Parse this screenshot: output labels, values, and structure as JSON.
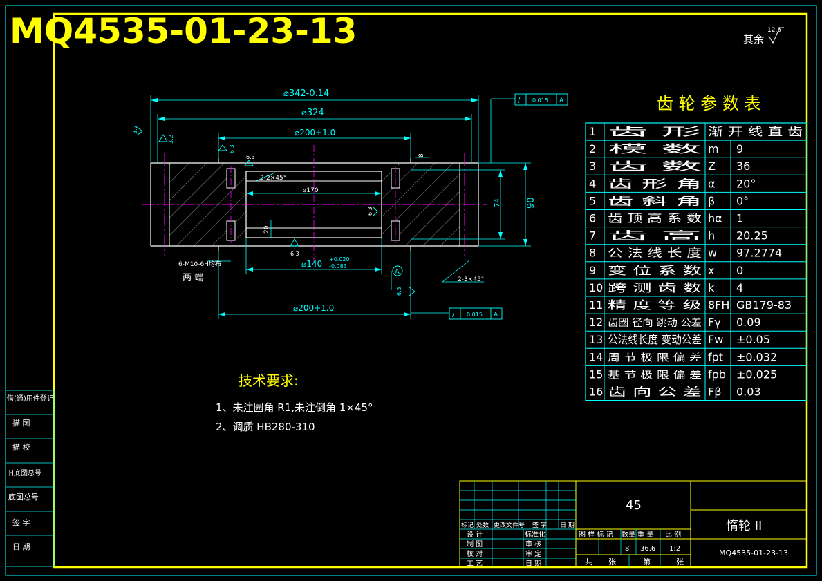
{
  "drawing_number_big": "MQ4535-01-23-13",
  "surface_finish": {
    "label": "其余",
    "value": "12.5"
  },
  "dimensions": {
    "d342": "⌀342-0.14",
    "d324": "⌀324",
    "d200_top": "⌀200+1.0",
    "d200_bottom": "⌀200+1.0",
    "d170": "⌀170",
    "d140": "⌀140",
    "d140_tol_upper": "+0.020",
    "d140_tol_lower": "-0.083",
    "w90": "90",
    "w74": "74",
    "w20": "20",
    "w8": "8",
    "r32a": "3.2",
    "r32b": "3.2",
    "r63a": "6.3",
    "r63b": "6.3",
    "r63c": "6.3",
    "r63d": "6.3",
    "r63e": "6.3",
    "chamfer_inner": "2-2×45°",
    "chamfer_outer": "2-3×45°",
    "thread_note": "6-M10-6H均布",
    "thread_note2": "两 端",
    "datum": "A",
    "tol_top": {
      "sym": "/",
      "val": "0.015",
      "ref": "A"
    },
    "tol_bottom": {
      "sym": "/",
      "val": "0.015",
      "ref": "A"
    }
  },
  "gear_table": {
    "title": "齿 轮 参 数 表",
    "rows": [
      {
        "no": "1",
        "name": "齿 形",
        "sym": "渐 开 线 直 齿",
        "val": ""
      },
      {
        "no": "2",
        "name": "模 数",
        "sym": "m",
        "val": "9"
      },
      {
        "no": "3",
        "name": "齿 数",
        "sym": "Z",
        "val": "36"
      },
      {
        "no": "4",
        "name": "齿 形 角",
        "sym": "α",
        "val": "20°"
      },
      {
        "no": "5",
        "name": "齿 斜 角",
        "sym": "β",
        "val": "0°"
      },
      {
        "no": "6",
        "name": "齿 顶 高 系 数",
        "sym": "hα",
        "val": "1"
      },
      {
        "no": "7",
        "name": "齿 高",
        "sym": "h",
        "val": "20.25"
      },
      {
        "no": "8",
        "name": "公 法 线 长 度",
        "sym": "w",
        "val": "97.2774"
      },
      {
        "no": "9",
        "name": "变 位 系 数",
        "sym": "x",
        "val": "0"
      },
      {
        "no": "10",
        "name": "跨 测 齿 数",
        "sym": "k",
        "val": "4"
      },
      {
        "no": "11",
        "name": "精 度 等 级",
        "sym": "8FH",
        "val": "GB179-83"
      },
      {
        "no": "12",
        "name": "齿圈 径向 跳动 公差",
        "sym": "Fγ",
        "val": "0.09"
      },
      {
        "no": "13",
        "name": "公法线长度 变动公差",
        "sym": "Fw",
        "val": "±0.05"
      },
      {
        "no": "14",
        "name": "周 节 极 限 偏 差",
        "sym": "fpt",
        "val": "±0.032"
      },
      {
        "no": "15",
        "name": "基 节 极 限 偏 差",
        "sym": "fpb",
        "val": "±0.025"
      },
      {
        "no": "16",
        "name": "齿 向 公 差",
        "sym": "Fβ",
        "val": "0.03"
      }
    ]
  },
  "tech_req": {
    "title": "技术要求:",
    "items": [
      "1、未注园角 R1,未注倒角 1×45°",
      "2、调质 HB280-310"
    ]
  },
  "left_strip": [
    "借(通)用件登记",
    "描 图",
    "描 校",
    "旧底图总号",
    "底图总号",
    "签 字",
    "日 期"
  ],
  "title_block": {
    "material": "45",
    "part_name": "惰轮 II",
    "drawing_no": "MQ4535-01-23-13",
    "rev_headers": [
      "标记",
      "处数",
      "更改文件号",
      "签 字",
      "日 期"
    ],
    "role_labels": [
      "设 计",
      "制 图",
      "校 对",
      "工 艺"
    ],
    "role_labels2": [
      "标准化",
      "审 核",
      "审 定",
      "日 期"
    ],
    "info_headers": [
      "图 样 标 记",
      "数量",
      "重 量",
      "比 例"
    ],
    "quantity": "8",
    "weight": "36.6",
    "scale": "1:2",
    "sheet_labels": [
      "共",
      "张",
      "第",
      "张"
    ]
  }
}
